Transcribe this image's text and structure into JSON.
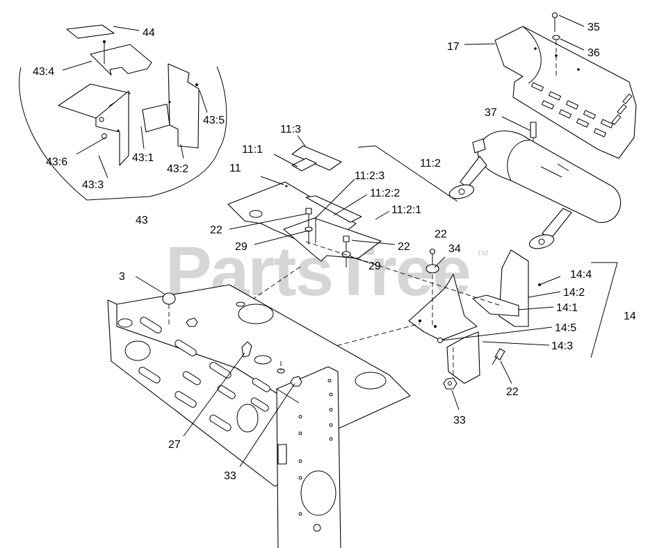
{
  "watermark": {
    "text": "PartsTree",
    "trademark": "TM"
  },
  "callouts": {
    "c44": "44",
    "c43_4": "43:4",
    "c43_5": "43:5",
    "c43_6": "43:6",
    "c43_1": "43:1",
    "c43_2": "43:2",
    "c43_3": "43:3",
    "c43": "43",
    "c11_3": "11:3",
    "c11_1": "11:1",
    "c11": "11",
    "c11_2_3": "11:2:3",
    "c11_2_2": "11:2:2",
    "c11_2_1": "11:2:1",
    "c11_2": "11:2",
    "c22_a": "22",
    "c29_a": "29",
    "c22_b": "22",
    "c29_b": "29",
    "c22_c": "22",
    "c34": "34",
    "c35": "35",
    "c36": "36",
    "c17": "17",
    "c37": "37",
    "c3": "3",
    "c14_4": "14:4",
    "c14_2": "14:2",
    "c14_1": "14:1",
    "c14": "14",
    "c14_5": "14:5",
    "c14_3": "14:3",
    "c22_d": "22",
    "c33_a": "33",
    "c27": "27",
    "c33_b": "33"
  }
}
